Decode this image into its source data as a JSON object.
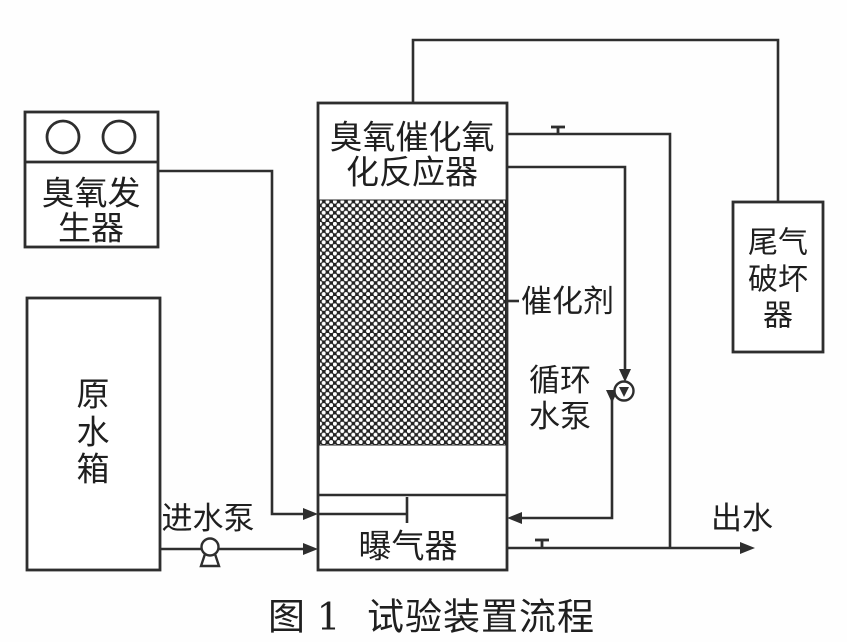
{
  "figure": {
    "caption_number": "图 1",
    "caption_title": "试验装置流程"
  },
  "labels": {
    "ozone_generator": [
      "臭氧发",
      "生器"
    ],
    "raw_water_tank": [
      "原",
      "水",
      "箱"
    ],
    "reactor": [
      "臭氧催化氧",
      "化反应器"
    ],
    "aerator": "曝气器",
    "catalyst": "催化剂",
    "circulation_pump": [
      "循环",
      "水泵"
    ],
    "feed_pump": "进水泵",
    "effluent": "出水",
    "tail_gas_destructor": [
      "尾气",
      "破坏",
      "器"
    ]
  },
  "colors": {
    "line": "#2e2e2e",
    "text": "#1f1f1f",
    "background": "#fefefe",
    "hatch_dark": "#242424",
    "hatch_dot": "#ffffff"
  }
}
